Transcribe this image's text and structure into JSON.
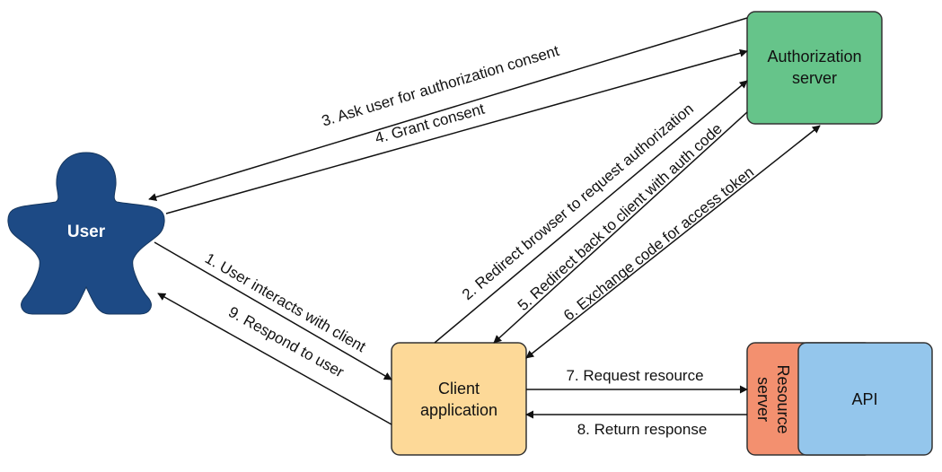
{
  "user": {
    "label": "User"
  },
  "nodes": {
    "auth_server": {
      "line1": "Authorization",
      "line2": "server"
    },
    "client": {
      "line1": "Client",
      "line2": "application"
    },
    "resource_server": {
      "line1": "Resource",
      "line2": "server"
    },
    "api": {
      "label": "API"
    }
  },
  "steps": {
    "s1": "1. User interacts with client",
    "s2": "2. Redirect browser to request authorization",
    "s3": "3. Ask user for authorization consent",
    "s4": "4. Grant consent",
    "s5": "5. Redirect back to client with auth code",
    "s6": "6. Exchange code for access token",
    "s7": "7. Request resource",
    "s8": "8. Return response",
    "s9": "9. Respond to user"
  },
  "colors": {
    "user": "#1d4a85",
    "auth_server": "#66c48a",
    "client": "#fdd998",
    "resource_server": "#f3906f",
    "api": "#94c6ec"
  }
}
